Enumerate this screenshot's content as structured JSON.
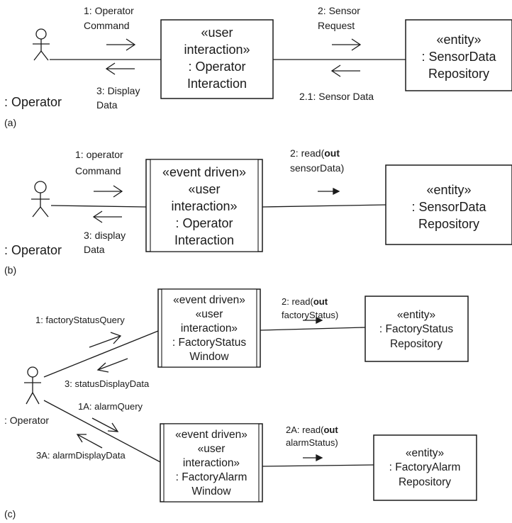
{
  "panel_a": {
    "tag": "(a)",
    "actor_label": ": Operator",
    "msg1": [
      "1: Operator",
      "Command"
    ],
    "msg3": [
      "3: Display",
      "Data"
    ],
    "msg2": [
      "2: Sensor",
      "Request"
    ],
    "msg21": "2.1: Sensor Data",
    "box_ui": [
      "«user",
      "interaction»",
      ": Operator",
      "Interaction"
    ],
    "box_entity": [
      "«entity»",
      ": SensorData",
      "Repository"
    ]
  },
  "panel_b": {
    "tag": "(b)",
    "actor_label": ": Operator",
    "msg1": [
      "1: operator",
      "Command"
    ],
    "msg3": [
      "3: display",
      "Data"
    ],
    "msg2_line1": "2: read(",
    "msg2_bold": "out",
    "msg2_line2": "sensorData)",
    "box_ui": [
      "«event driven»",
      "«user",
      "interaction»",
      ": Operator",
      "Interaction"
    ],
    "box_entity": [
      "«entity»",
      ": SensorData",
      "Repository"
    ]
  },
  "panel_c": {
    "tag": "(c)",
    "actor_label": ": Operator",
    "msg1": "1: factoryStatusQuery",
    "msg3": "3: statusDisplayData",
    "msg1a": "1A: alarmQuery",
    "msg3a": "3A: alarmDisplayData",
    "msg2_line1": "2: read(",
    "msg2_bold": "out",
    "msg2_line2": "factoryStatus)",
    "msg2a_line1": "2A: read(",
    "msg2a_bold": "out",
    "msg2a_line2": "alarmStatus)",
    "box_status": [
      "«event driven»",
      "«user",
      "interaction»",
      ": FactoryStatus",
      "Window"
    ],
    "box_status_entity": [
      "«entity»",
      ": FactoryStatus",
      "Repository"
    ],
    "box_alarm": [
      "«event driven»",
      "«user",
      "interaction»",
      ": FactoryAlarm",
      "Window"
    ],
    "box_alarm_entity": [
      "«entity»",
      ": FactoryAlarm",
      "Repository"
    ]
  }
}
